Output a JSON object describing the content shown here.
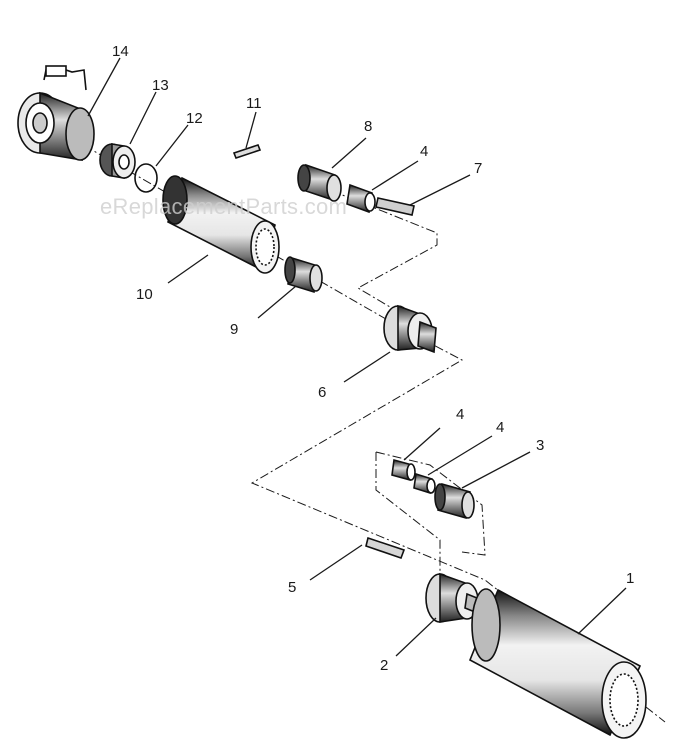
{
  "watermark": "eReplacementParts.com",
  "callouts": {
    "c1": "1",
    "c2": "2",
    "c3": "3",
    "c4a": "4",
    "c4b": "4",
    "c4c": "4",
    "c5": "5",
    "c6": "6",
    "c7": "7",
    "c8": "8",
    "c9": "9",
    "c10": "10",
    "c11": "11",
    "c12": "12",
    "c13": "13",
    "c14": "14"
  }
}
